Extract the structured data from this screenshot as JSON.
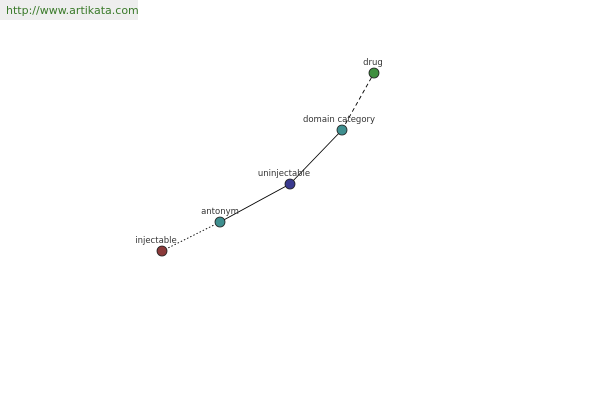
{
  "watermark": {
    "text": "http://www.artikata.com"
  },
  "colors": {
    "node_red": "#8b3a3a",
    "node_teal": "#3f8f8f",
    "node_navy": "#3a3a8f",
    "node_green": "#3f8f3f",
    "edge": "#000000",
    "label": "#333333"
  },
  "nodes": [
    {
      "id": "injectable",
      "label": "injectable",
      "color": "node_red"
    },
    {
      "id": "antonym",
      "label": "antonym",
      "color": "node_teal"
    },
    {
      "id": "uninjectable",
      "label": "uninjectable",
      "color": "node_navy"
    },
    {
      "id": "domain-category",
      "label": "domain category",
      "color": "node_teal"
    },
    {
      "id": "drug",
      "label": "drug",
      "color": "node_green"
    }
  ],
  "edges": [
    {
      "from": "injectable",
      "to": "antonym",
      "style": "dotted"
    },
    {
      "from": "antonym",
      "to": "uninjectable",
      "style": "solid"
    },
    {
      "from": "uninjectable",
      "to": "domain-category",
      "style": "solid"
    },
    {
      "from": "domain-category",
      "to": "drug",
      "style": "dashed"
    }
  ]
}
